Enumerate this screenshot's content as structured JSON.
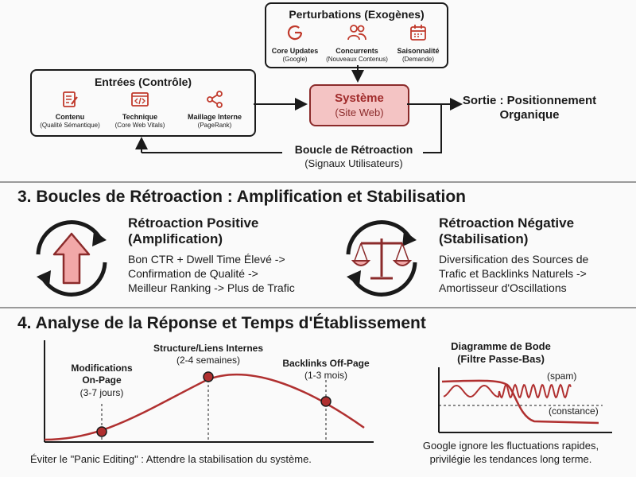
{
  "top": {
    "perturbations": {
      "title": "Perturbations (Exogènes)",
      "items": [
        {
          "label": "Core Updates",
          "sub": "(Google)",
          "icon": "google-icon"
        },
        {
          "label": "Concurrents",
          "sub": "(Nouveaux Contenus)",
          "icon": "users-icon"
        },
        {
          "label": "Saisonnalité",
          "sub": "(Demande)",
          "icon": "calendar-icon"
        }
      ]
    },
    "inputs": {
      "title": "Entrées (Contrôle)",
      "items": [
        {
          "label": "Contenu",
          "sub": "(Qualité Sémantique)",
          "icon": "document-edit-icon"
        },
        {
          "label": "Technique",
          "sub": "(Core Web Vitals)",
          "icon": "code-window-icon"
        },
        {
          "label": "Maillage Interne",
          "sub": "(PageRank)",
          "icon": "share-network-icon"
        }
      ]
    },
    "system": {
      "title": "Système",
      "sub": "(Site Web)"
    },
    "output": {
      "line1": "Sortie : Positionnement",
      "line2": "Organique"
    },
    "feedback": {
      "title": "Boucle de Rétroaction",
      "sub": "(Signaux Utilisateurs)"
    }
  },
  "section3": {
    "heading": "3. Boucles de Rétroaction : Amplification et Stabilisation",
    "positive": {
      "title1": "Rétroaction Positive",
      "title2": "(Amplification)",
      "lines": [
        "Bon CTR + Dwell Time Élevé ->",
        "Confirmation de Qualité ->",
        "Meilleur Ranking -> Plus de Trafic"
      ],
      "icon": "up-arrow-cycle-icon"
    },
    "negative": {
      "title1": "Rétroaction Négative",
      "title2": "(Stabilisation)",
      "lines": [
        "Diversification des Sources de",
        "Trafic et Backlinks Naturels ->",
        "Amortisseur d'Oscillations"
      ],
      "icon": "balance-scale-cycle-icon"
    }
  },
  "section4": {
    "heading": "4. Analyse de la Réponse et Temps d'Établissement",
    "response": {
      "points": [
        {
          "title1": "Modifications",
          "title2": "On-Page",
          "sub": "(3-7 jours)"
        },
        {
          "title1": "Structure/Liens Internes",
          "title2": "",
          "sub": "(2-4 semaines)"
        },
        {
          "title1": "Backlinks Off-Page",
          "title2": "",
          "sub": "(1-3 mois)"
        }
      ],
      "caption": "Éviter le \"Panic Editing\" : Attendre la stabilisation du système."
    },
    "bode": {
      "title1": "Diagramme de Bode",
      "title2": "(Filtre Passe-Bas)",
      "spam": "(spam)",
      "constance": "(constance)",
      "caption1": "Google ignore les fluctuations rapides,",
      "caption2": "privilégie les tendances long terme."
    }
  },
  "colors": {
    "accent": "#c0392b",
    "system_fill": "#f4c4c4",
    "ink": "#1a1a1a"
  }
}
